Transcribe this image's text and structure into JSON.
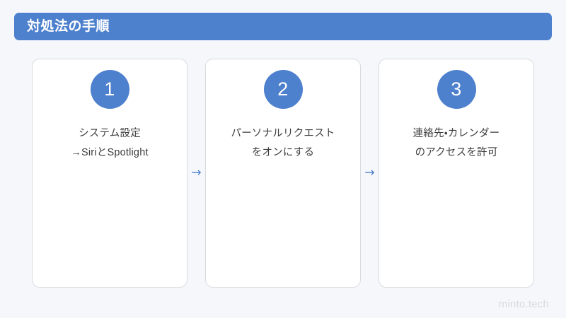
{
  "header": {
    "title": "対処法の手順",
    "bar_color": "#4d80cd",
    "text_color": "#ffffff"
  },
  "canvas": {
    "background_color": "#f6f7fb"
  },
  "steps": [
    {
      "number": "1",
      "badge_color": "#4d80cd",
      "lines": [
        "システム設定",
        "→SiriとSpotlight"
      ]
    },
    {
      "number": "2",
      "badge_color": "#4d80cd",
      "lines": [
        "パーソナルリクエスト",
        "をオンにする"
      ]
    },
    {
      "number": "3",
      "badge_color": "#4d80cd",
      "lines": [
        "連絡先・カレンダー",
        "のアクセスを許可"
      ]
    }
  ],
  "connectors": [
    {
      "icon": "arrow-right-icon",
      "glyph": "→",
      "color": "#4d80cd"
    },
    {
      "icon": "arrow-right-icon",
      "glyph": "→",
      "color": "#4d80cd"
    }
  ],
  "watermark": {
    "text": "minto.tech",
    "color": "#d9d9de"
  }
}
